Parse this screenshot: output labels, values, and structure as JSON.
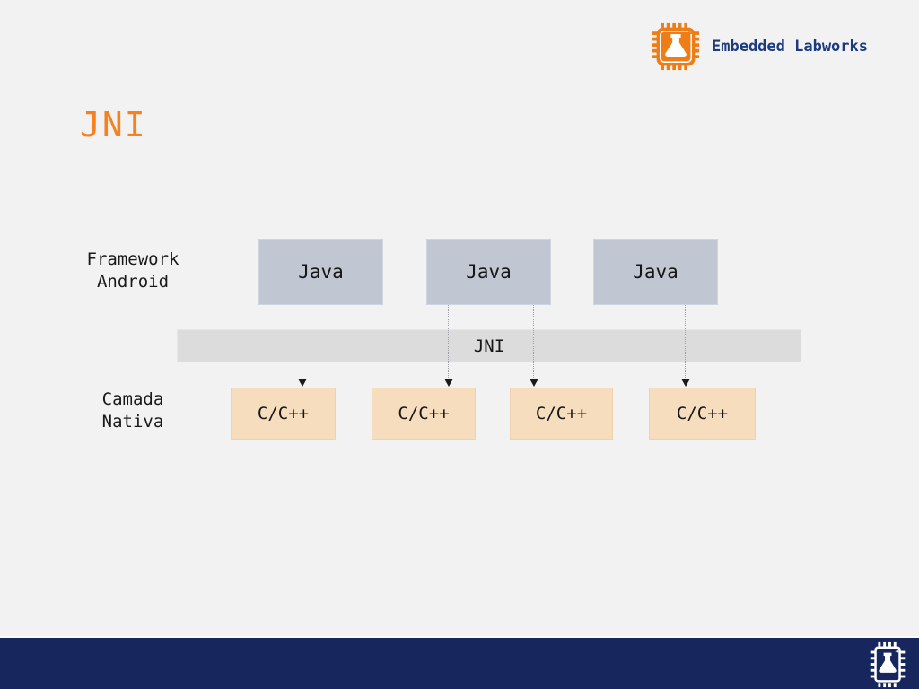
{
  "header": {
    "brand": "Embedded Labworks",
    "logo_icon": "chip-flask-icon",
    "brand_color": "#1c3a7e"
  },
  "slide": {
    "title": "JNI",
    "title_color": "#f5821f",
    "background": "#f2f2f2"
  },
  "diagram": {
    "framework_label": {
      "line1": "Framework",
      "line2": "Android"
    },
    "native_label": {
      "line1": "Camada",
      "line2": "Nativa"
    },
    "java_boxes": [
      {
        "label": "Java"
      },
      {
        "label": "Java"
      },
      {
        "label": "Java"
      }
    ],
    "jni_bar": {
      "label": "JNI",
      "fill": "#dcdcdc"
    },
    "native_boxes": [
      {
        "label": "C/C++"
      },
      {
        "label": "C/C++"
      },
      {
        "label": "C/C++"
      },
      {
        "label": "C/C++"
      }
    ],
    "connector_style": "dotted-line-with-down-arrow",
    "java_box_fill": "#c0c7d3",
    "native_box_fill": "#f6ddbd"
  },
  "footer": {
    "bar_color": "#17265c",
    "logo_icon": "chip-flask-icon"
  }
}
